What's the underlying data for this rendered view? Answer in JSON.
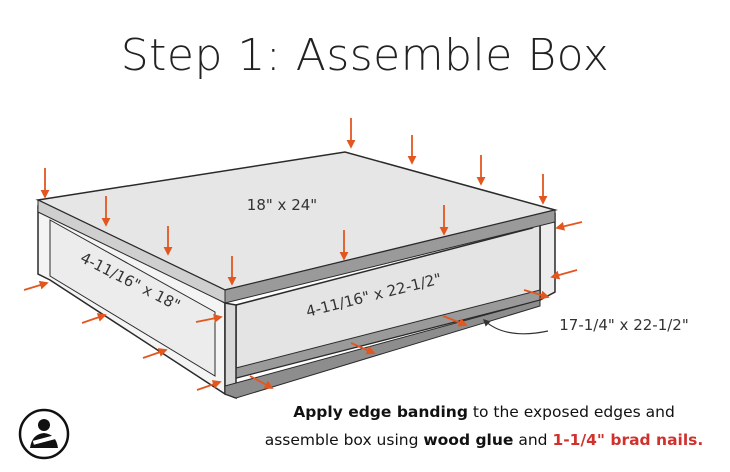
{
  "title": "Step 1: Assemble Box",
  "labels": {
    "top_panel": "18\" x 24\"",
    "side_panel": "4-11/16\" x 18\"",
    "front_panel": "4-11/16\" x 22-1/2\"",
    "bottom_panel": "17-1/4\" x 22-1/2\""
  },
  "caption": {
    "line1_bold": "Apply edge banding",
    "line1_rest": " to the exposed edges and",
    "line2_start": "assemble box using ",
    "line2_bold": "wood glue",
    "line2_mid": " and ",
    "line2_red": "1-1/4\" brad nails."
  },
  "colors": {
    "arrow": "#e2571f",
    "outline": "#2a2a2a",
    "top_face": "#e6e6e6",
    "edge_band": "#9a9a9a",
    "text_highlight": "#d0312d"
  },
  "icons": [
    "craftsman-logo-icon"
  ]
}
